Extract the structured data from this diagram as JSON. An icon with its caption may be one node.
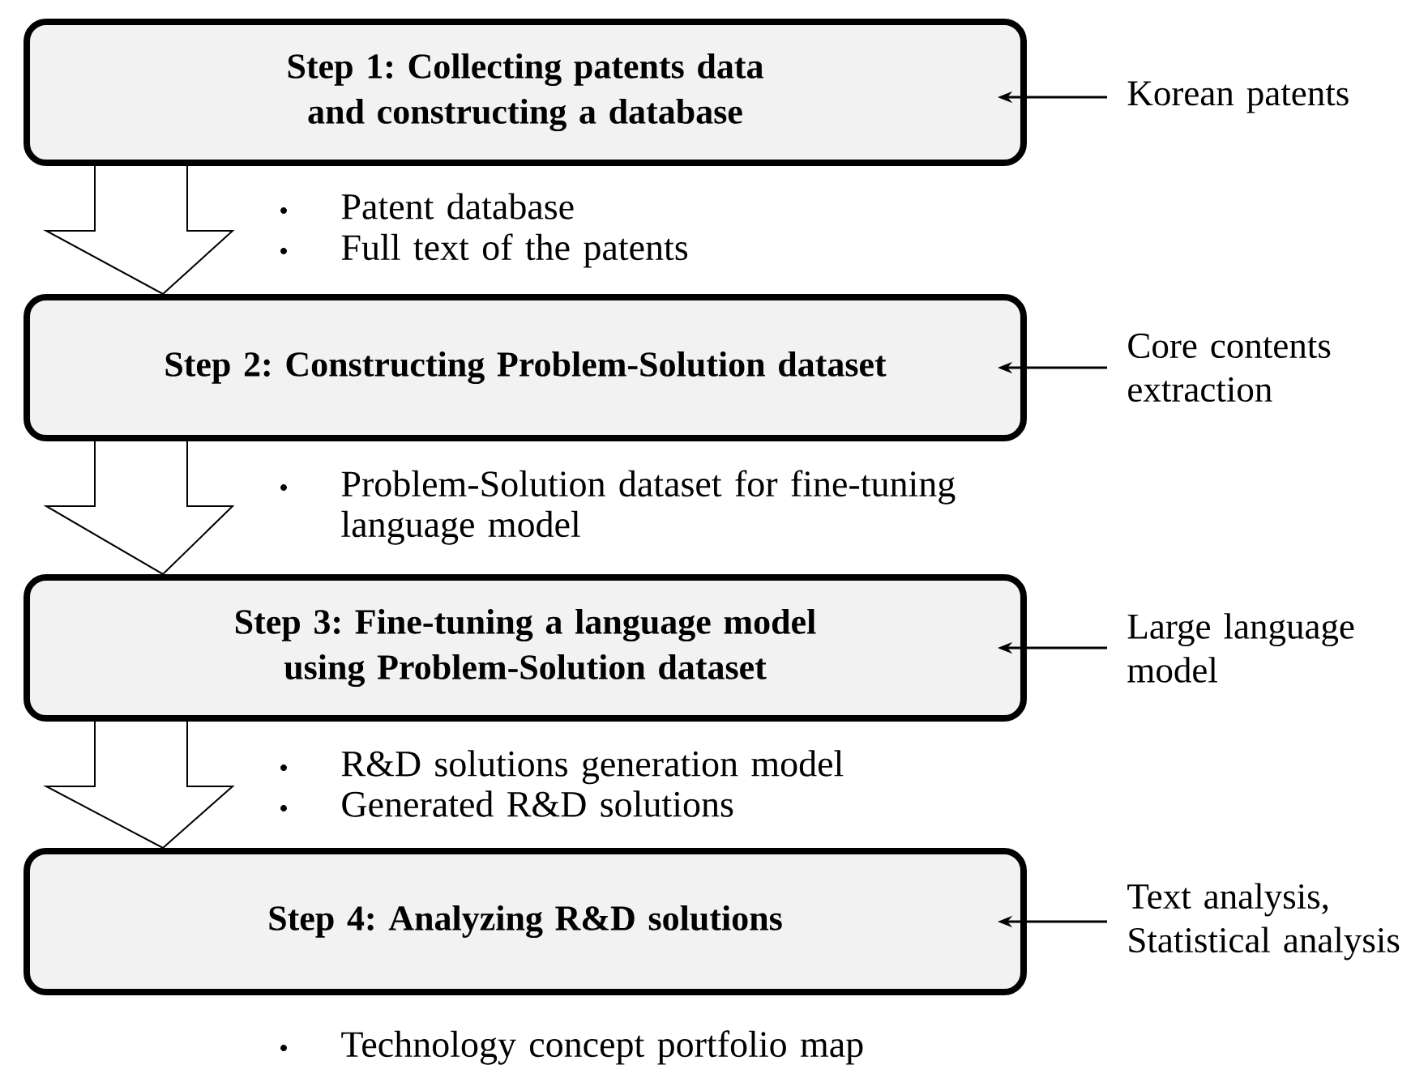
{
  "diagram": {
    "nodes": [
      {
        "text": [
          "Step 1: Collecting patents data and constructing a database"
        ]
      },
      {
        "text": [
          "Step 2: Constructing Problem-Solution dataset"
        ]
      },
      {
        "text": [
          "Step 3: Fine-tuning a language model using Problem-Solution dataset"
        ]
      },
      {
        "text": [
          "Step 4: Analyzing R&D solutions"
        ]
      },
      {
        "text": [
          "Korean patents"
        ]
      },
      {
        "text": [
          "Core contents extraction"
        ]
      },
      {
        "text": [
          "Large language model"
        ]
      },
      {
        "text": [
          "Text analysis, Statistical analysis"
        ]
      }
    ],
    "edges": [
      {
        "from": 0,
        "to": 1,
        "arrow": "to"
      },
      {
        "from": 1,
        "to": 2,
        "arrow": "to"
      },
      {
        "from": 2,
        "to": 3,
        "arrow": "to"
      },
      {
        "from": 4,
        "to": 0,
        "arrow": "to"
      },
      {
        "from": 5,
        "to": 1,
        "arrow": "to"
      },
      {
        "from": 6,
        "to": 2,
        "arrow": "to"
      },
      {
        "from": 7,
        "to": 3,
        "arrow": "to"
      }
    ],
    "labels": [
      "Patent database",
      "Full text of the patents",
      "Problem-Solution dataset for fine-tuning language model",
      "R&D solutions generation model",
      "Generated R&D solutions",
      "Technology concept portfolio map"
    ]
  }
}
